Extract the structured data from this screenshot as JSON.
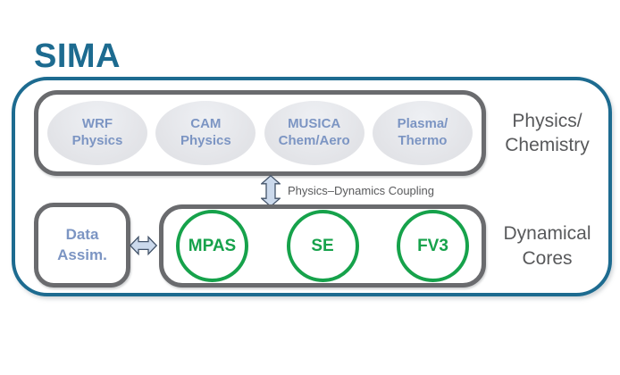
{
  "title": "SIMA",
  "colors": {
    "teal_accent": "#1D6B90",
    "box_border_gray": "#6A6B6E",
    "side_label_gray": "#58595B",
    "module_text_blue": "#7C95C3",
    "module_ellipse_fill": "#E2E3E7",
    "core_green": "#16A24B",
    "arrow_fill": "#CBD9EC",
    "arrow_stroke": "#44546A"
  },
  "physics_section": {
    "side_label": {
      "line1": "Physics/",
      "line2": "Chemistry"
    },
    "modules": [
      {
        "line1": "WRF",
        "line2": "Physics"
      },
      {
        "line1": "CAM",
        "line2": "Physics"
      },
      {
        "line1": "MUSICA",
        "line2": "Chem/Aero"
      },
      {
        "line1": "Plasma/",
        "line2": "Thermo"
      }
    ]
  },
  "coupling": {
    "label": "Physics–Dynamics Coupling",
    "arrow_icon": "vertical-double-arrow"
  },
  "dynamics_section": {
    "side_label": {
      "line1": "Dynamical",
      "line2": "Cores"
    },
    "data_assim": {
      "line1": "Data",
      "line2": "Assim."
    },
    "assim_arrow_icon": "horizontal-double-arrow",
    "cores": [
      {
        "name": "MPAS"
      },
      {
        "name": "SE"
      },
      {
        "name": "FV3"
      }
    ]
  }
}
